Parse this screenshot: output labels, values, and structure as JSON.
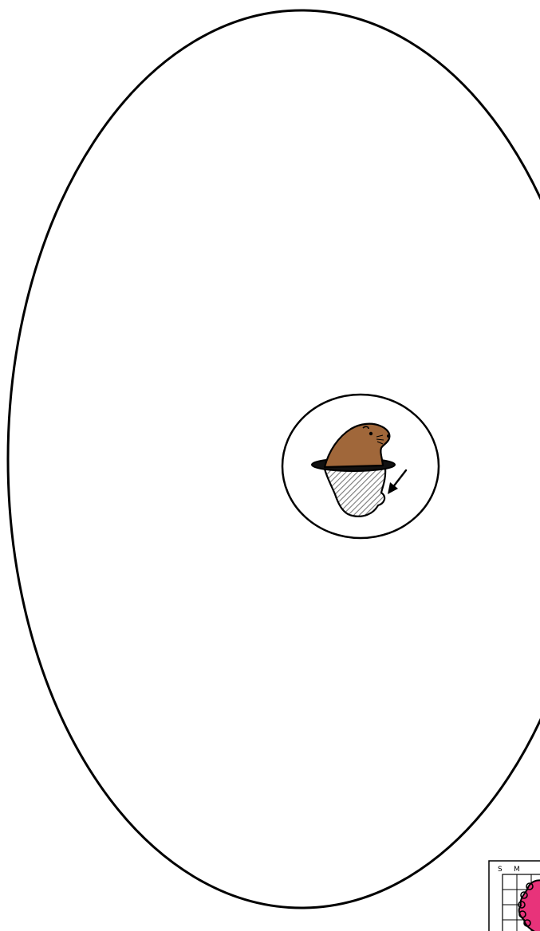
{
  "illustration": {
    "outer_frame": "large-oval-outline",
    "center_badge": {
      "icon": "groundhog-emerging-from-hole-icon",
      "arrow_icon": "down-left-arrow-icon",
      "colors": {
        "fur": "#A0673A",
        "hole": "#111111",
        "shadow_hatch": "#9E9E9E"
      }
    },
    "calendar_corner": {
      "day_labels": [
        "S",
        "M"
      ],
      "heart_color": "#E8337A",
      "heart_icon": "scalloped-heart-icon"
    },
    "stroke_color": "#000000",
    "background": "#FFFFFF"
  }
}
